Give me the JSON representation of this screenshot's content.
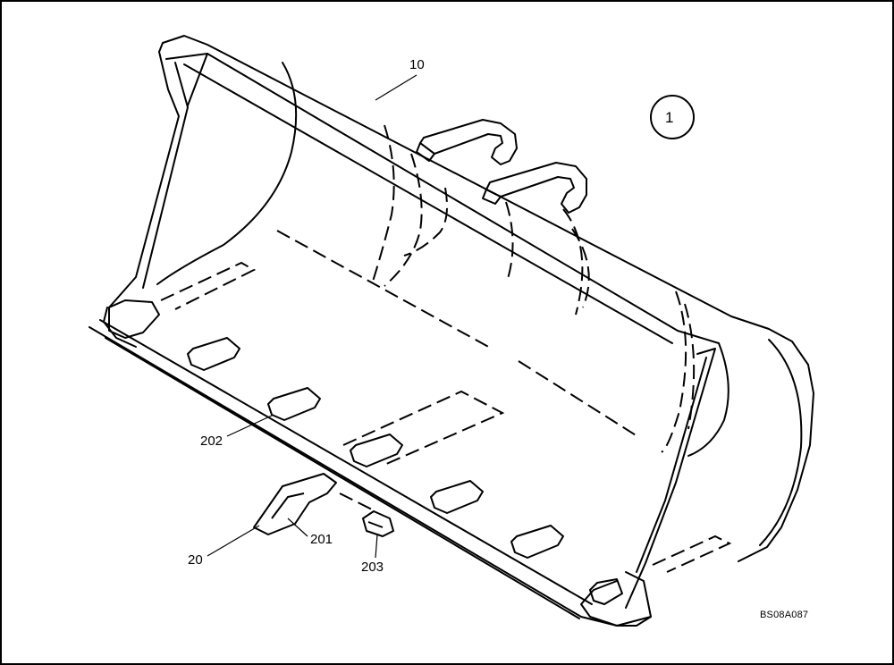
{
  "figure": {
    "item_number": "1",
    "drawing_code": "BS08A087"
  },
  "callouts": [
    {
      "id": "10",
      "text": "10"
    },
    {
      "id": "202",
      "text": "202"
    },
    {
      "id": "20",
      "text": "20"
    },
    {
      "id": "201",
      "text": "201"
    },
    {
      "id": "203",
      "text": "203"
    }
  ]
}
